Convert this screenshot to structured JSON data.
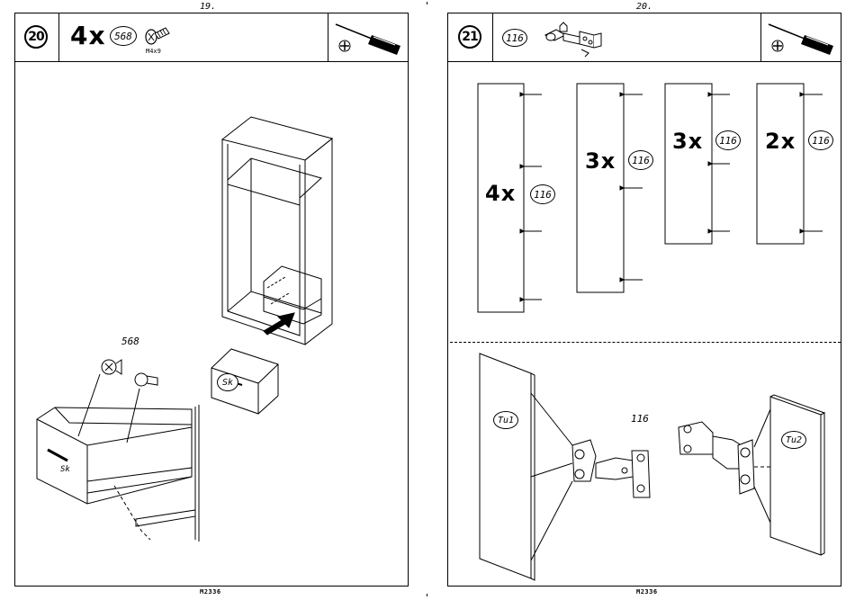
{
  "left_page": {
    "page_number": "19.",
    "footer_code": "M2336",
    "step": {
      "number": "20",
      "quantity": "4x",
      "part_number": "568",
      "screw_spec": "M4x9"
    },
    "tool_icon": "phillips-screwdriver-icon",
    "callout_part": "568",
    "drawer_label": "Sk"
  },
  "right_page": {
    "page_number": "20.",
    "footer_code": "M2336",
    "step": {
      "number": "21",
      "part_number": "116"
    },
    "tool_icon": "phillips-screwdriver-icon",
    "panels": [
      {
        "quantity": "4x",
        "part": "116"
      },
      {
        "quantity": "3x",
        "part": "116"
      },
      {
        "quantity": "3x",
        "part": "116"
      },
      {
        "quantity": "2x",
        "part": "116"
      }
    ],
    "hinge_part": "116",
    "door_left_label": "Tu1",
    "door_right_label": "Tu2"
  }
}
